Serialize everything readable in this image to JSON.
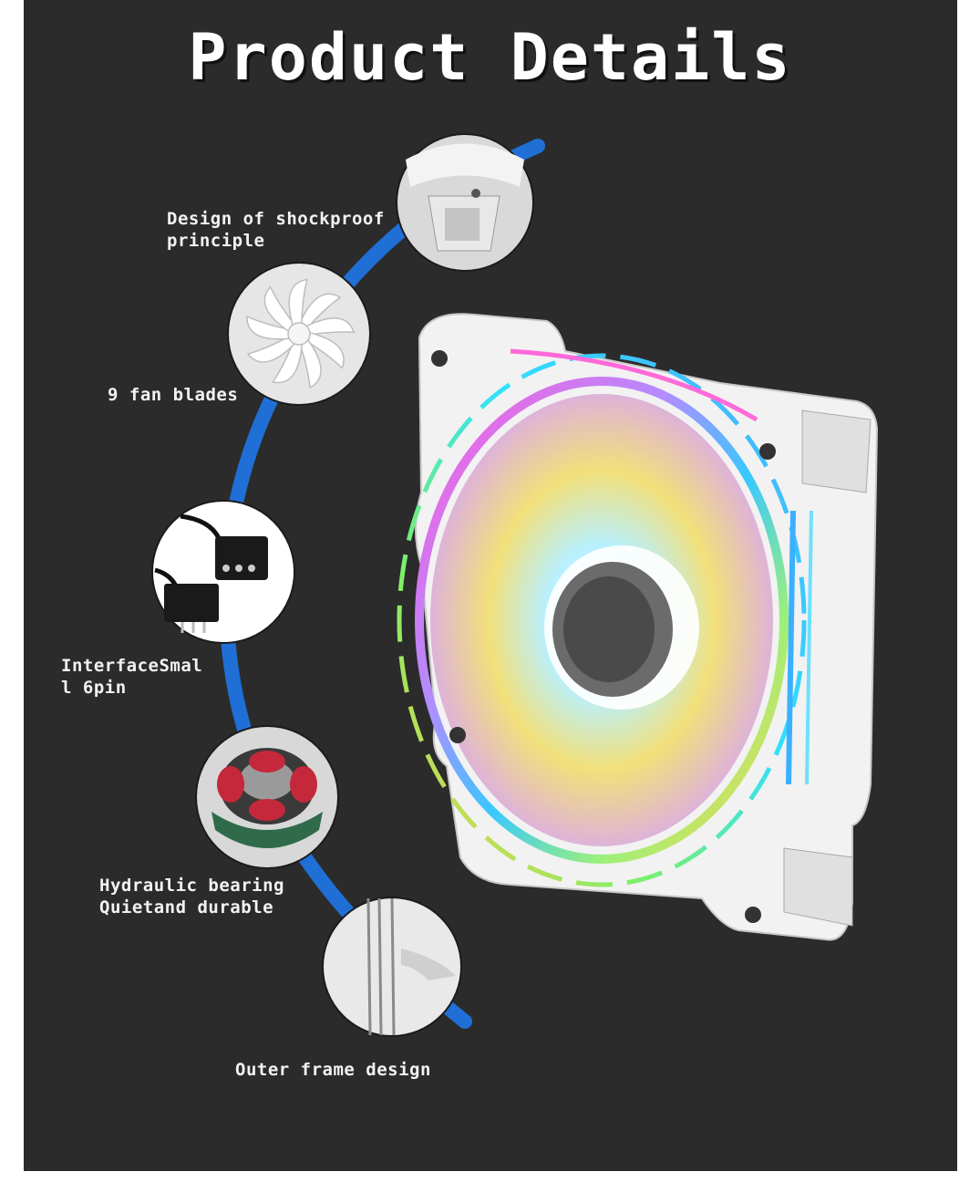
{
  "title": "Product Details",
  "features": {
    "shockproof": "Design of shockproof\nprinciple",
    "blades": "9 fan blades",
    "interface": "InterfaceSmal\nl 6pin",
    "bearing": "Hydraulic bearing\nQuietand durable",
    "frame": "Outer frame design"
  },
  "colors": {
    "background": "#2b2b2b",
    "arc": "#1f6fd6",
    "text": "#f2f2f2"
  }
}
